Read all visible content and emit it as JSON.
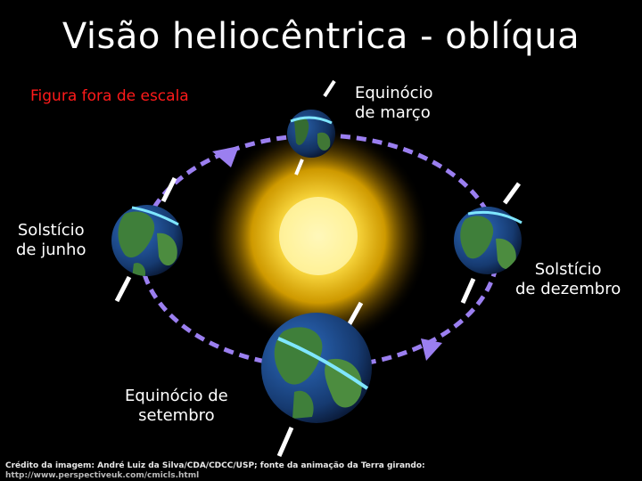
{
  "title": "Visão heliocêntrica - oblíqua",
  "scale_note": "Figura fora de escala",
  "labels": {
    "march": [
      "Equinócio",
      "de março"
    ],
    "june": [
      "Solstício",
      "de junho"
    ],
    "december": [
      "Solstício",
      "de dezembro"
    ],
    "september": [
      "Equinócio de",
      "setembro"
    ]
  },
  "credit": {
    "line1": "Crédito da imagem: André Luiz da Silva/CDA/CDCC/USP; fonte da animação da Terra girando:",
    "line2": "http://www.perspectiveuk.com/cmicls.html"
  },
  "colors": {
    "background": "#000000",
    "orbit": "#9b7ff0",
    "sun_core": "#fff8c8",
    "sun_glow": "#ffcc00",
    "axis": "#ffffff",
    "terminator": "#7fe6ff",
    "ocean": "#1f4f8f",
    "land": "#3f7f3a",
    "scale_note": "#ff1a1a"
  }
}
